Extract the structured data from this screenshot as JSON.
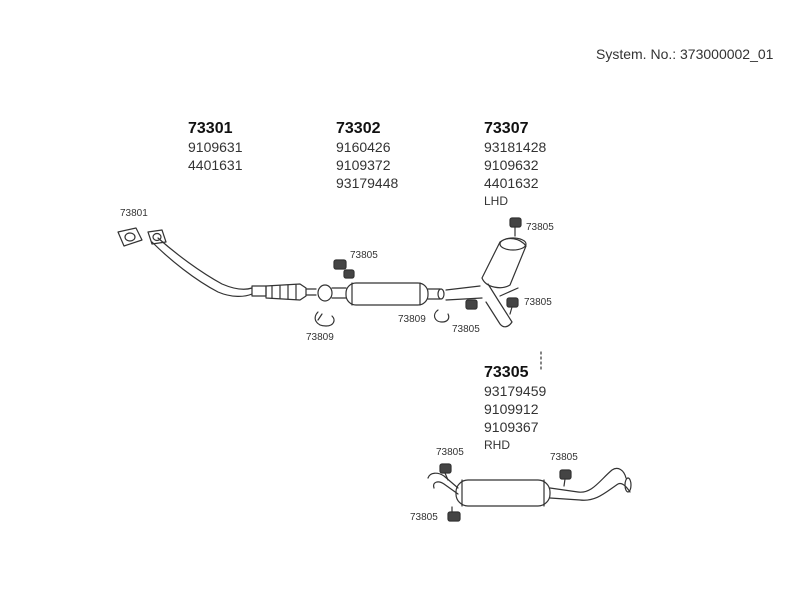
{
  "system_label": "System. No.: 373000002_01",
  "groups": [
    {
      "head": "73301",
      "parts": [
        "9109631",
        "4401631"
      ],
      "note": ""
    },
    {
      "head": "73302",
      "parts": [
        "9160426",
        "9109372",
        "93179448"
      ],
      "note": ""
    },
    {
      "head": "73307",
      "parts": [
        "93181428",
        "9109632",
        "4401632"
      ],
      "note": "LHD"
    },
    {
      "head": "73305",
      "parts": [
        "93179459",
        "9109912",
        "9109367"
      ],
      "note": "RHD"
    }
  ],
  "callouts": {
    "flange_gasket": "73801",
    "clamp_left": "73809",
    "clamp_mid": "73809",
    "hanger_mid": "73805",
    "hanger_rear_top": "73805",
    "hanger_rear_right": "73805",
    "hanger_rear_bottom": "73805",
    "hanger_rhd_left": "73805",
    "hanger_rhd_right": "73805",
    "hanger_rhd_bottom": "73805"
  }
}
